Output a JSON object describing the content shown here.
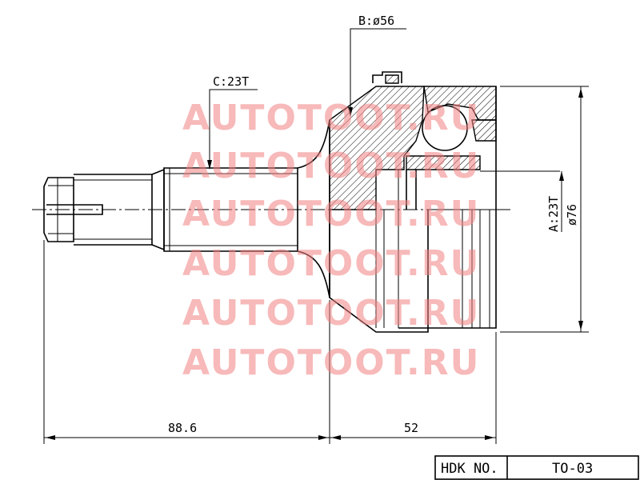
{
  "dimensions": {
    "b_label": "B:ø56",
    "c_label": "C:23T",
    "a_label": "A:23T",
    "d_label": "ø76",
    "shaft_length": "88.6",
    "housing_length": "52"
  },
  "watermark": {
    "text": "AUTOTOOT.RU"
  },
  "title_block": {
    "label": "HDK NO.",
    "value": "TO-03"
  }
}
